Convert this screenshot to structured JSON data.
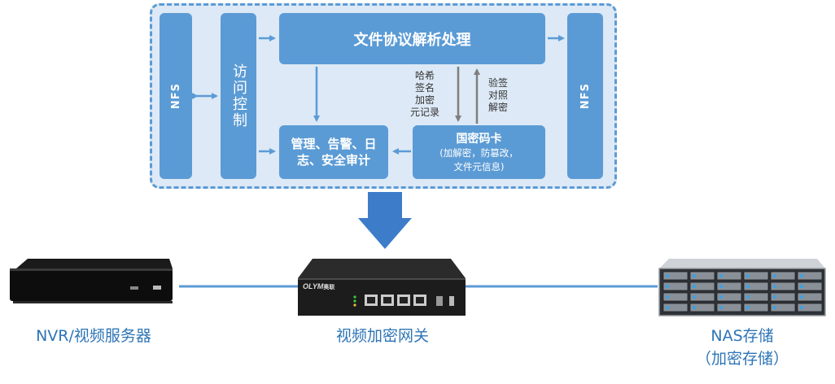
{
  "diagram": {
    "nfs_left": "NFS",
    "access_control": "访问控制",
    "protocol_box": "文件协议解析处理",
    "mgmt_box": "管理、告警、日志、安全审计",
    "crypto_card": {
      "title": "国密码卡",
      "line1": "(加解密，防篡改，",
      "line2": "文件元信息)"
    },
    "nfs_right": "NFS",
    "note_left": [
      "哈希",
      "签名",
      "加密",
      "元记录"
    ],
    "note_right": [
      "验签",
      "对照",
      "解密"
    ]
  },
  "devices": {
    "nvr_label": "NVR/视频服务器",
    "gateway_label": "视频加密网关",
    "gateway_brand": "OLYM",
    "gateway_brand_cn": "奥联",
    "nas_label_line1": "NAS存储",
    "nas_label_line2": "（加密存储）"
  },
  "colors": {
    "box_blue": "#5b9bd5",
    "frame_fill": "#dde9f6",
    "label_blue": "#2e75b6",
    "arrow_dark": "#3d7cc9",
    "line_blue": "#5b9bd5"
  }
}
